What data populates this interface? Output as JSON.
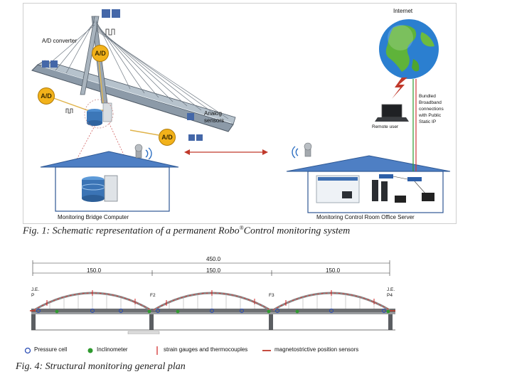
{
  "figure1": {
    "caption_prefix": "Fig. 1: Schematic representation of a permanent Robo",
    "caption_sup": "®",
    "caption_suffix": "Control monitoring system",
    "labels": {
      "ad_converter": "A/D converter",
      "ad_badge": "A/D",
      "analog_sensors": "Analog\nsensors",
      "internet": "Internet",
      "remote_user": "Remote user",
      "bundled": "Bundled\nBroadband\nconnections\nwith Public\nStatic IP",
      "monitoring_bridge_computer": "Monitoring Bridge Computer",
      "monitoring_control_room": "Monitoring Control Room Office Server"
    }
  },
  "figure4": {
    "caption": "Fig. 4: Structural monitoring general plan",
    "total_span": "450.0",
    "spans": [
      "150.0",
      "150.0",
      "150.0"
    ],
    "supports": [
      "J.E.\nP",
      "F2",
      "F3",
      "J.E.\nP4"
    ],
    "legend": [
      {
        "label": "Pressure cell",
        "icon": "pressure-cell-icon",
        "color": "#2a4db5"
      },
      {
        "label": "Inclinometer",
        "icon": "inclinometer-icon",
        "color": "#2f9a2f"
      },
      {
        "label": "strain gauges and thermocouples",
        "icon": "strain-gauge-icon",
        "color": "#d02020"
      },
      {
        "label": "magnetostrictive position sensors",
        "icon": "position-sensor-icon",
        "color": "#c0392b"
      }
    ]
  },
  "colors": {
    "accent_orange": "#f2b21a",
    "earth_blue": "#2b7fd0",
    "roof_blue": "#3d6fb6",
    "arc_red": "#d83a3a"
  }
}
